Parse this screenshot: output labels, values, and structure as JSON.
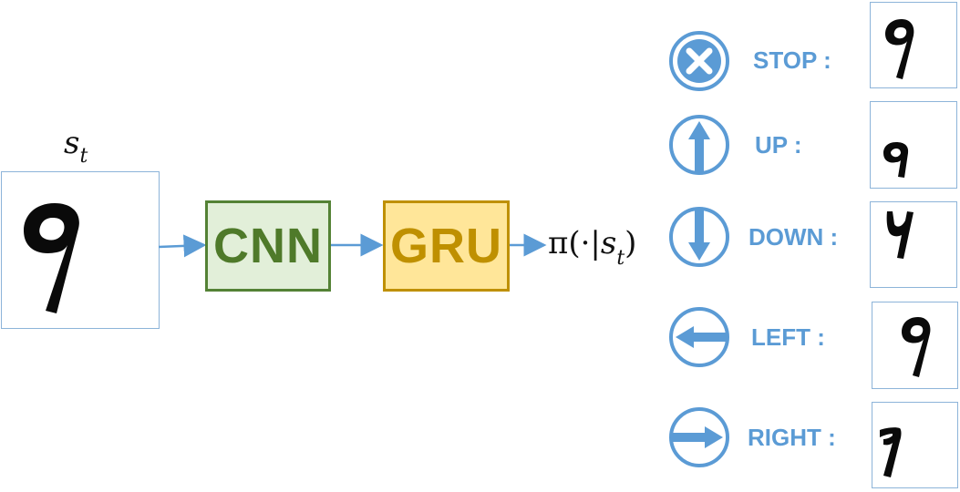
{
  "input": {
    "label": "s",
    "label_subscript": "t"
  },
  "pipeline": {
    "cnn_label": "CNN",
    "gru_label": "GRU"
  },
  "output": {
    "policy_prefix": "π(·|",
    "policy_var": "s",
    "policy_sub": "t",
    "policy_suffix": ")"
  },
  "actions": [
    {
      "label": "STOP :",
      "icon": "stop-icon"
    },
    {
      "label": "UP :",
      "icon": "arrow-up-icon"
    },
    {
      "label": "DOWN :",
      "icon": "arrow-down-icon"
    },
    {
      "label": "LEFT :",
      "icon": "arrow-left-icon"
    },
    {
      "label": "RIGHT :",
      "icon": "arrow-right-icon"
    }
  ],
  "colors": {
    "accent": "#5b9bd5",
    "cnn_fill": "#e2efd9",
    "cnn_border": "#548235",
    "gru_fill": "#ffe699",
    "gru_border": "#bf9000",
    "frame": "#8db4d9"
  }
}
